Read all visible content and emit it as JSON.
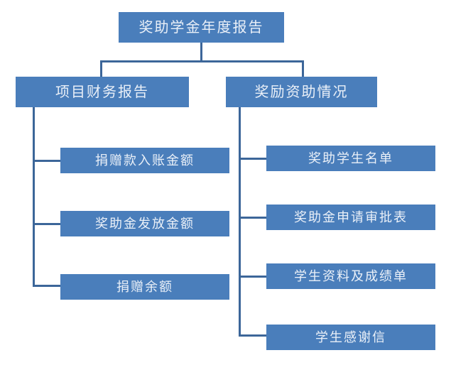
{
  "diagram": {
    "title_node": {
      "label": "奖助学金年度报告",
      "name": "root-node"
    },
    "branches": [
      {
        "label": "项目财务报告",
        "name": "branch-node-financial-report",
        "children": [
          {
            "label": "捐赠款入账金额",
            "name": "leaf-node-donation-received-amount"
          },
          {
            "label": "奖助金发放金额",
            "name": "leaf-node-scholarship-disbursed-amount"
          },
          {
            "label": "捐赠余额",
            "name": "leaf-node-donation-balance"
          }
        ]
      },
      {
        "label": "奖励资助情况",
        "name": "branch-node-award-funding-status",
        "children": [
          {
            "label": "奖助学生名单",
            "name": "leaf-node-student-roster"
          },
          {
            "label": "奖助金申请审批表",
            "name": "leaf-node-application-approval-form"
          },
          {
            "label": "学生资料及成绩单",
            "name": "leaf-node-student-records-transcript"
          },
          {
            "label": "学生感谢信",
            "name": "leaf-node-thank-you-letter"
          }
        ]
      }
    ],
    "colors": {
      "node_fill": "#4A7EBB",
      "node_text": "#EAF0F8",
      "connector": "#3C6699",
      "background": "#FFFFFF"
    }
  }
}
